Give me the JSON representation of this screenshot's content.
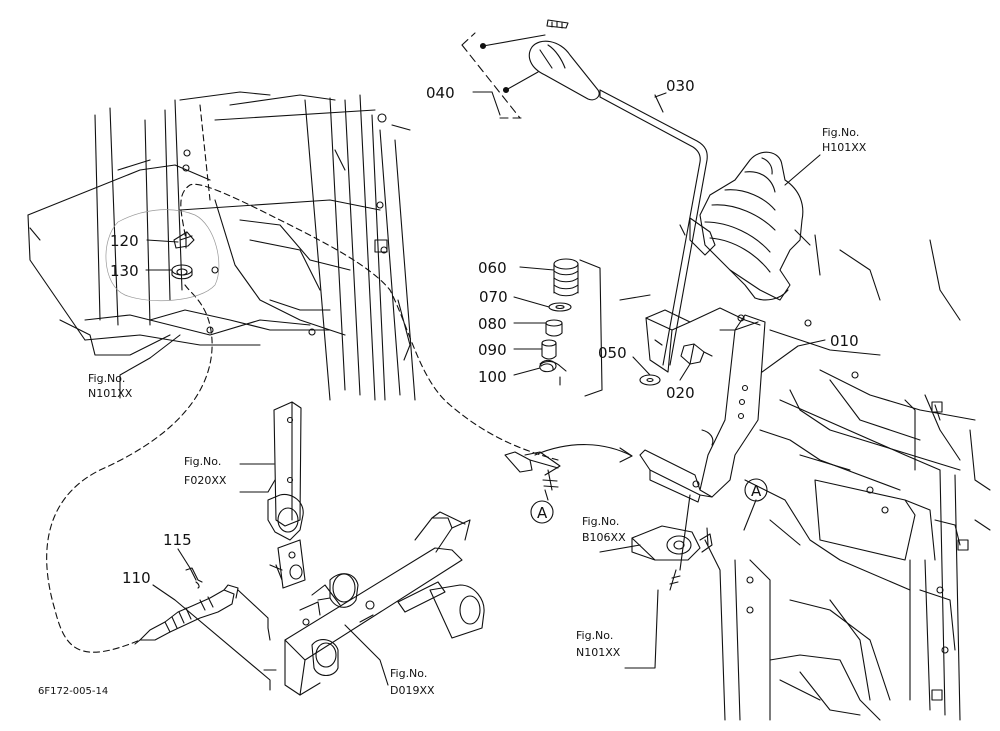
{
  "diagram": {
    "part_numbers": {
      "p010": "010",
      "p020": "020",
      "p030": "030",
      "p040": "040",
      "p050": "050",
      "p060": "060",
      "p070": "070",
      "p080": "080",
      "p090": "090",
      "p100": "100",
      "p110": "110",
      "p115": "115",
      "p120": "120",
      "p130": "130"
    },
    "figure_refs": {
      "h101": {
        "line1": "Fig.No.",
        "line2": "H101XX"
      },
      "n101_left": {
        "line1": "Fig.No.",
        "line2": "N101XX"
      },
      "f020": {
        "line1": "Fig.No.",
        "line2": "F020XX"
      },
      "b106": {
        "line1": "Fig.No.",
        "line2": "B106XX"
      },
      "n101_right": {
        "line1": "Fig.No.",
        "line2": "N101XX"
      },
      "d019": {
        "line1": "Fig.No.",
        "line2": "D019XX"
      }
    },
    "markers": {
      "a_left": "A",
      "a_right": "A"
    },
    "drawing_code": "6F172-005-14",
    "colors": {
      "ink": "#111111",
      "background": "#ffffff"
    }
  }
}
